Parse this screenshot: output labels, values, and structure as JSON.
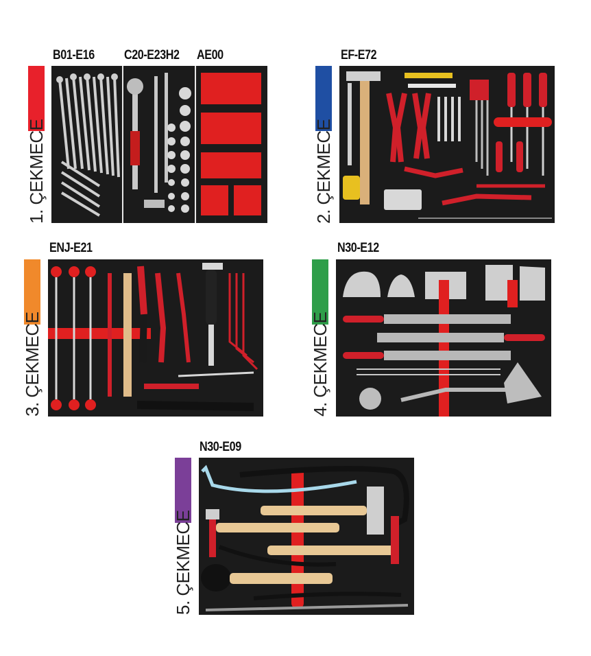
{
  "drawers": [
    {
      "codes": [
        "B01-E16",
        "C20-E23H2",
        "AE00"
      ],
      "label": "1. ÇEKMECE",
      "color": "#e8212b"
    },
    {
      "codes": [
        "EF-E72"
      ],
      "label": "2. ÇEKMECE",
      "color": "#1f4fa3"
    },
    {
      "codes": [
        "ENJ-E21"
      ],
      "label": "3. ÇEKMECE",
      "color": "#f0892b"
    },
    {
      "codes": [
        "N30-E12"
      ],
      "label": "4. ÇEKMECE",
      "color": "#2e9e49"
    },
    {
      "codes": [
        "N30-E09"
      ],
      "label": "5. ÇEKMECE",
      "color": "#7b3f98"
    }
  ]
}
